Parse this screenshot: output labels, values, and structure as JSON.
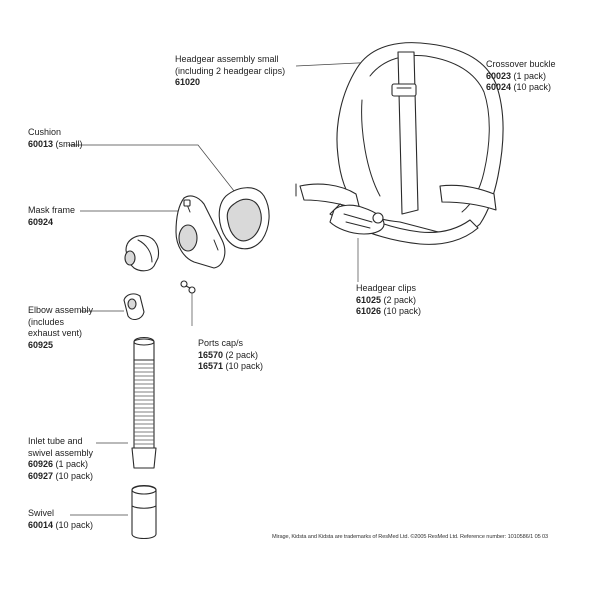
{
  "labels": {
    "headgear_small": {
      "line1": "Headgear assembly small",
      "line2": "(including 2 headgear clips)",
      "code1": "61020"
    },
    "crossover_buckle": {
      "line1": "Crossover buckle",
      "code1": "60023",
      "code1_note": " (1 pack)",
      "code2": "60024",
      "code2_note": " (10 pack)"
    },
    "cushion": {
      "line1": "Cushion",
      "code1": "60013",
      "code1_note": " (small)"
    },
    "mask_frame": {
      "line1": "Mask frame",
      "code1": "60924"
    },
    "headgear_clips": {
      "line1": "Headgear clips",
      "code1": "61025",
      "code1_note": " (2 pack)",
      "code2": "61026",
      "code2_note": " (10 pack)"
    },
    "elbow_assembly": {
      "line1": "Elbow assembly",
      "line2": "(includes",
      "line3": "exhaust vent)",
      "code1": "60925"
    },
    "ports_cap": {
      "line1": "Ports cap/s",
      "code1": "16570",
      "code1_note": " (2 pack)",
      "code2": "16571",
      "code2_note": " (10 pack)"
    },
    "inlet_tube": {
      "line1": "Inlet tube and",
      "line2": "swivel assembly",
      "code1": "60926",
      "code1_note": " (1 pack)",
      "code2": "60927",
      "code2_note": " (10 pack)"
    },
    "swivel": {
      "line1": "Swivel",
      "code1": "60014",
      "code1_note": " (10 pack)"
    }
  },
  "footer": "Mirage, Kidsta and Kidsta are trademarks of ResMed Ltd. ©2005 ResMed Ltd. Reference number: 1010586/1 05 03"
}
